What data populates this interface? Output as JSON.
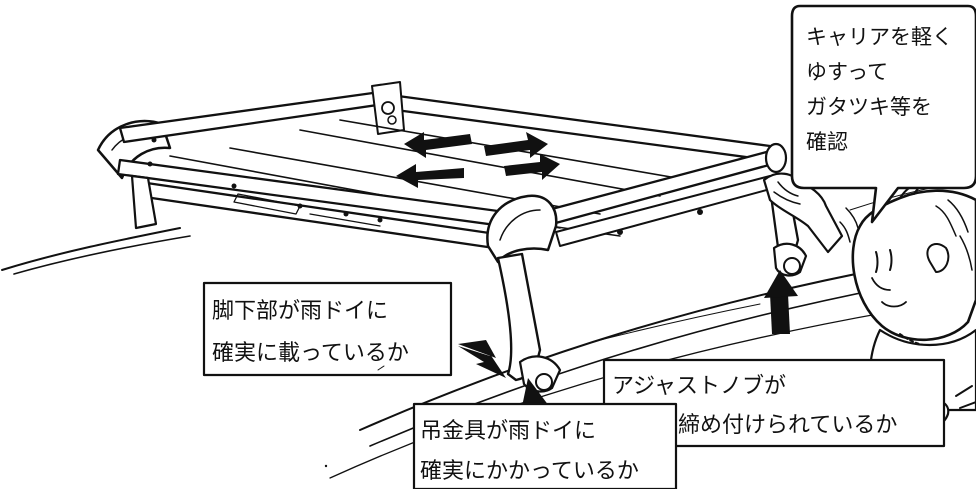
{
  "speech_bubble": {
    "lines": [
      "キャリアを軽く",
      "ゆすって",
      "ガタツキ等を",
      "確認"
    ]
  },
  "callouts": {
    "leg_bottom": {
      "lines": [
        "脚下部が雨ドイに",
        "確実に載っているか"
      ]
    },
    "adjust_knob": {
      "lines": [
        "アジャストノブが",
        "確実に締め付けられているか"
      ]
    },
    "hanger_bracket": {
      "lines": [
        "吊金具が雨ドイに",
        "確実にかかっているか"
      ]
    }
  },
  "icons": {
    "shake_arrows": "double-arrow-icon",
    "pointer_arrows": "bold-arrow-icon"
  },
  "colors": {
    "ink": "#111111",
    "paper": "#ffffff"
  }
}
